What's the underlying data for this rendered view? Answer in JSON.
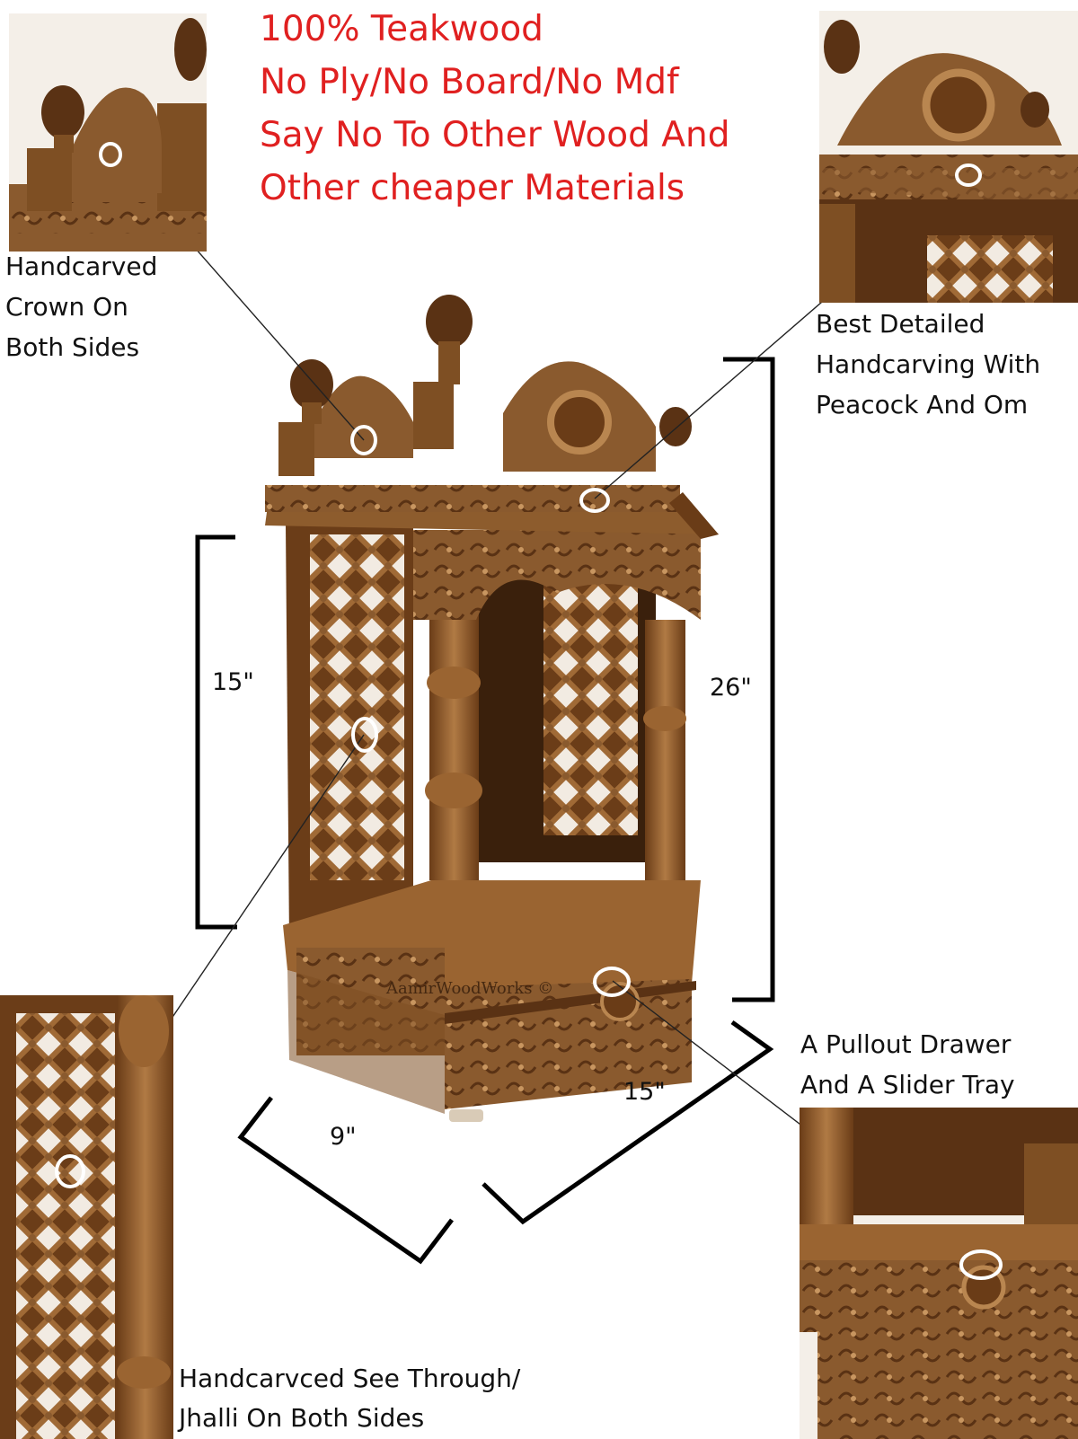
{
  "headline": {
    "line1": "100% Teakwood",
    "line2": "No Ply/No Board/No Mdf",
    "line3": "Say No To Other Wood And",
    "line4": "Other cheaper Materials"
  },
  "callouts": {
    "crown": {
      "line1": "Handcarved",
      "line2": "Crown On",
      "line3": "Both Sides"
    },
    "peacock": {
      "line1": "Best Detailed",
      "line2": "Handcarving With",
      "line3": "Peacock And Om"
    },
    "drawer": {
      "line1": "A Pullout Drawer",
      "line2": "And A Slider Tray"
    },
    "jhalli": {
      "line1": "Handcarvced See Through/",
      "line2": "Jhalli On Both Sides"
    }
  },
  "dimensions": {
    "inner_height": "15\"",
    "total_height": "26\"",
    "depth": "9\"",
    "width": "15\""
  },
  "watermark": "AamirWoodWorks ©",
  "colors": {
    "headline": "#e02020",
    "wood_dark": "#5a3214",
    "wood_mid": "#8a5a2e",
    "wood_light": "#b98650"
  }
}
